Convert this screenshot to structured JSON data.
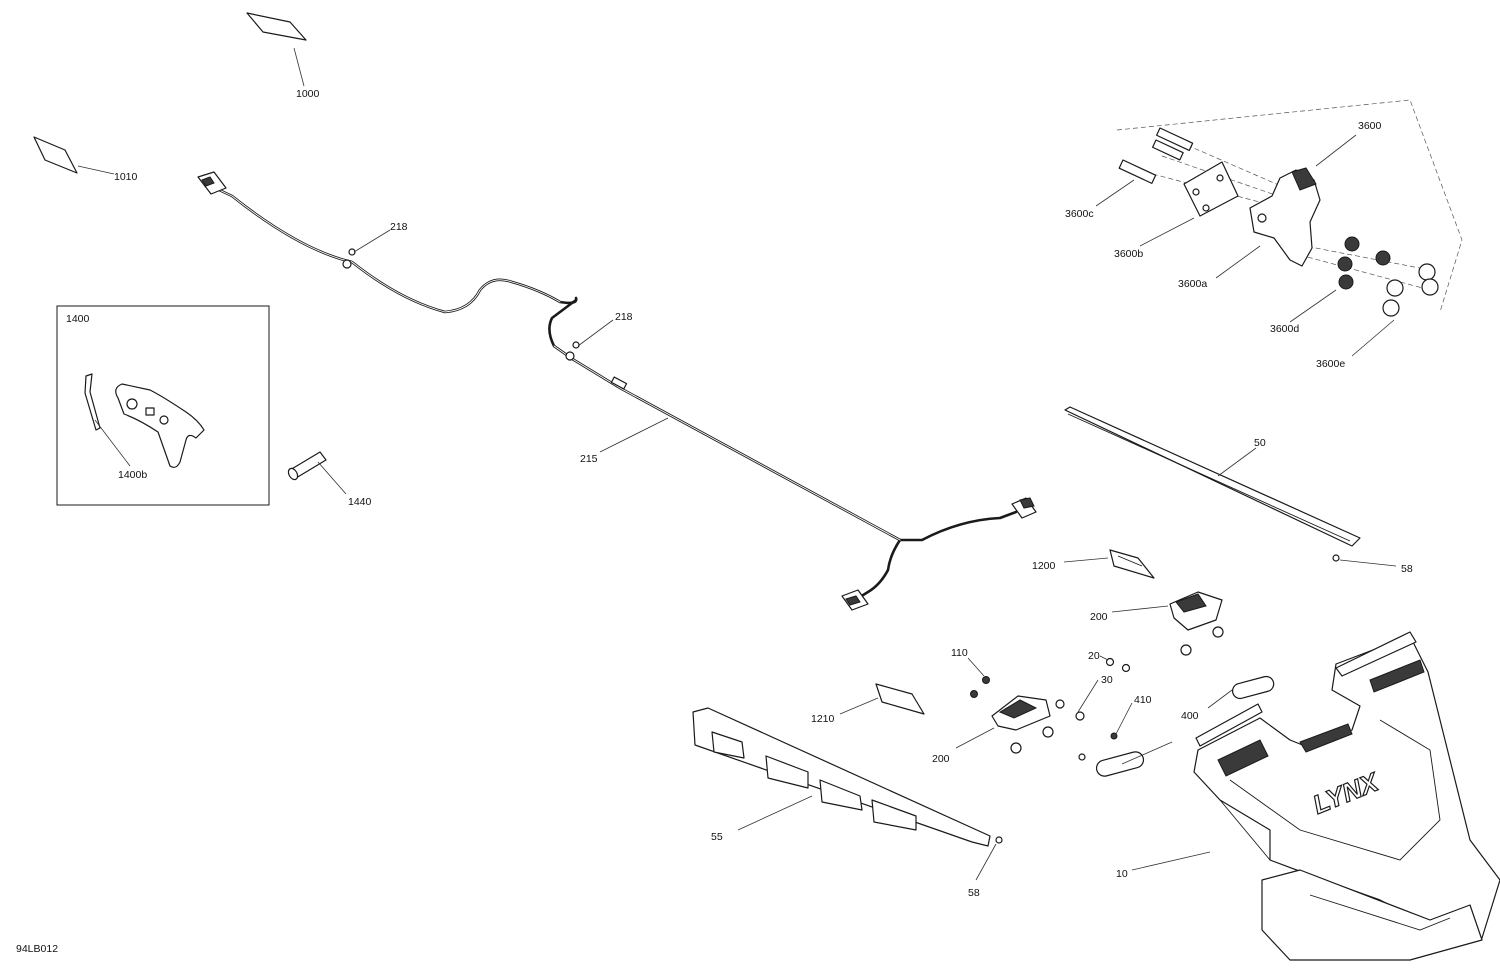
{
  "diagram": {
    "drawing_code": "94LB012",
    "labels": [
      {
        "id": "1000",
        "text": "1000"
      },
      {
        "id": "1010",
        "text": "1010"
      },
      {
        "id": "218a",
        "text": "218"
      },
      {
        "id": "218b",
        "text": "218"
      },
      {
        "id": "215",
        "text": "215"
      },
      {
        "id": "1400",
        "text": "1400"
      },
      {
        "id": "1400b",
        "text": "1400b"
      },
      {
        "id": "1440",
        "text": "1440"
      },
      {
        "id": "3600",
        "text": "3600"
      },
      {
        "id": "3600c",
        "text": "3600c"
      },
      {
        "id": "3600b",
        "text": "3600b"
      },
      {
        "id": "3600a",
        "text": "3600a"
      },
      {
        "id": "3600d",
        "text": "3600d"
      },
      {
        "id": "3600e",
        "text": "3600e"
      },
      {
        "id": "50",
        "text": "50"
      },
      {
        "id": "58a",
        "text": "58"
      },
      {
        "id": "1200",
        "text": "1200"
      },
      {
        "id": "200a",
        "text": "200"
      },
      {
        "id": "110",
        "text": "110"
      },
      {
        "id": "20",
        "text": "20"
      },
      {
        "id": "30",
        "text": "30"
      },
      {
        "id": "410",
        "text": "410"
      },
      {
        "id": "400",
        "text": "400"
      },
      {
        "id": "1210",
        "text": "1210"
      },
      {
        "id": "200b",
        "text": "200"
      },
      {
        "id": "55",
        "text": "55"
      },
      {
        "id": "58b",
        "text": "58"
      },
      {
        "id": "10",
        "text": "10"
      }
    ],
    "logo_text": "LYNX",
    "colors": {
      "line": "#1a1a1a",
      "background": "#ffffff",
      "dark_fill": "#3a3a3a"
    }
  }
}
